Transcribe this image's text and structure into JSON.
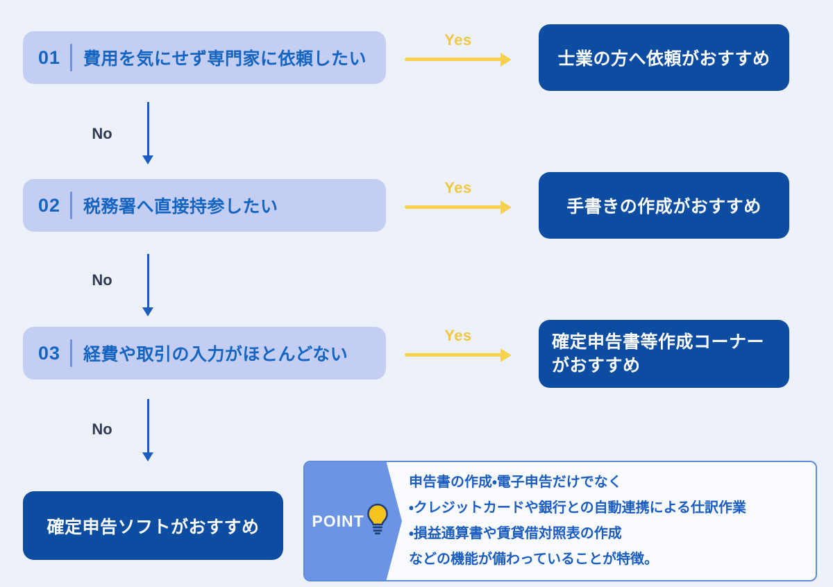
{
  "colors": {
    "page_bg": "#edf1fa",
    "question_bg": "#c3cef2",
    "question_text": "#1565c0",
    "result_bg": "#0c4da2",
    "result_text": "#ffffff",
    "yes_color": "#f3cb4a",
    "no_text_color": "#2e3a52",
    "no_arrow_color": "#1b5cc0",
    "point_tab_bg": "#6b94e4",
    "point_border": "#5c88dd",
    "point_text": "#1a5cbf",
    "bulb_fill": "#f5c31e"
  },
  "flow": {
    "steps": [
      {
        "number": "01",
        "question": "費用を気にせず専門家に依頼したい",
        "yes_label": "Yes",
        "no_label": "No",
        "result_lines": [
          "士業の方へ依頼がおすすめ"
        ]
      },
      {
        "number": "02",
        "question": "税務署へ直接持参したい",
        "yes_label": "Yes",
        "no_label": "No",
        "result_lines": [
          "手書きの作成がおすすめ"
        ]
      },
      {
        "number": "03",
        "question": "経費や取引の入力がほとんどない",
        "yes_label": "Yes",
        "no_label": "No",
        "result_lines": [
          "確定申告書等作成コーナー",
          "がおすすめ"
        ]
      }
    ],
    "final_result": "確定申告ソフトがおすすめ"
  },
  "point": {
    "label": "POINT",
    "icon": "lightbulb-icon",
    "lines": [
      "申告書の作成・電子申告だけでなく",
      "・クレジットカードや銀行との自動連携による仕訳作業",
      "・損益通算書や賃貸借対照表の作成",
      "などの機能が備わっていることが特徴。"
    ]
  }
}
